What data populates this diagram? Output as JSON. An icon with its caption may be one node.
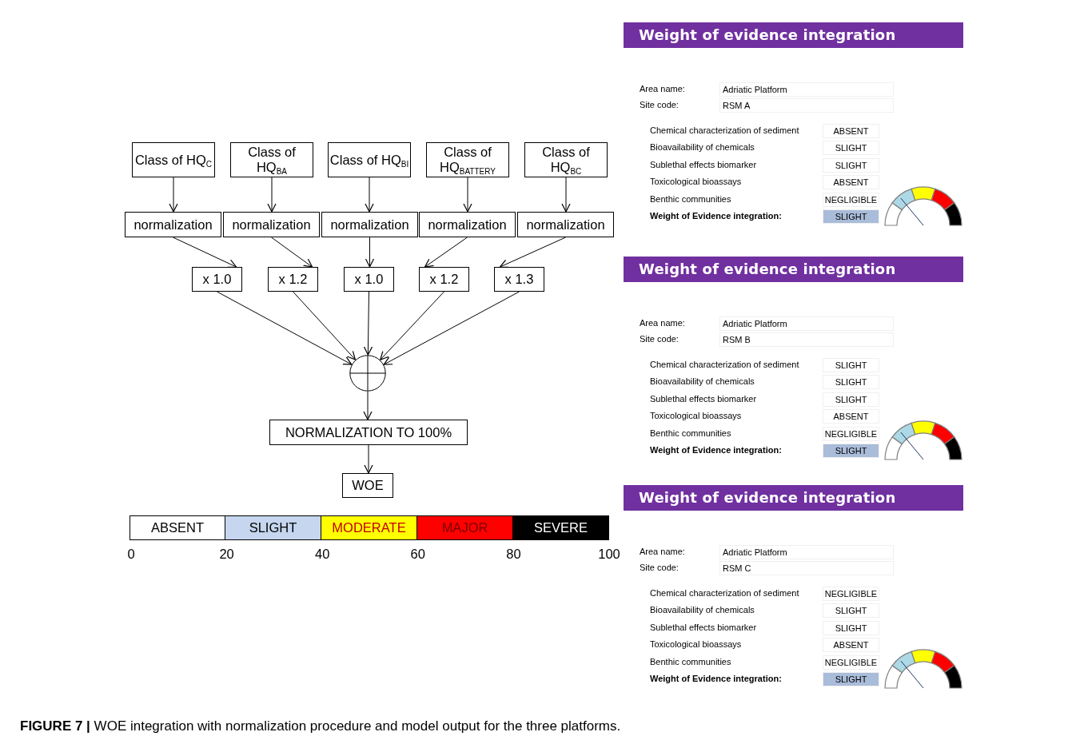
{
  "diagram": {
    "caption": "**FIGURE 7 |** WOE integration with normalization procedure and model output for the three platforms.",
    "nodes": [
      {
        "text": [
          "Class of HQ$_{C}$"
        ]
      },
      {
        "text": [
          "Class of HQ$_{BA}$"
        ]
      },
      {
        "text": [
          "Class of HQ$_{BI}$"
        ]
      },
      {
        "text": [
          "Class of HQ$_{BATTERY}$"
        ]
      },
      {
        "text": [
          "Class of HQ$_{BC}$"
        ]
      },
      {
        "text": [
          "normalization"
        ]
      },
      {
        "text": [
          "normalization"
        ]
      },
      {
        "text": [
          "normalization"
        ]
      },
      {
        "text": [
          "normalization"
        ]
      },
      {
        "text": [
          "normalization"
        ]
      },
      {
        "text": [
          "x 1.0"
        ]
      },
      {
        "text": [
          "x 1.2"
        ]
      },
      {
        "text": [
          "x 1.0"
        ]
      },
      {
        "text": [
          "x 1.2"
        ]
      },
      {
        "text": [
          "x 1.3"
        ]
      },
      {
        "text": [],
        "shape": "circle"
      },
      {
        "text": [
          "NORMALIZATION TO 100%"
        ]
      },
      {
        "text": [
          "WOE"
        ]
      },
      {
        "text": [
          "ABSENT"
        ]
      },
      {
        "text": [
          "SLIGHT"
        ]
      },
      {
        "text": [
          "MODERATE"
        ]
      },
      {
        "text": [
          "MAJOR"
        ]
      },
      {
        "text": [
          "SEVERE"
        ]
      },
      {
        "text": [
          "Weight of evidence integration"
        ]
      },
      {
        "text": [
          "Weight of evidence integration"
        ]
      },
      {
        "text": [
          "Weight of evidence integration"
        ]
      }
    ],
    "edges": [
      {
        "from": 0,
        "to": 5,
        "arrow": "to"
      },
      {
        "from": 1,
        "to": 6,
        "arrow": "to"
      },
      {
        "from": 2,
        "to": 7,
        "arrow": "to"
      },
      {
        "from": 3,
        "to": 8,
        "arrow": "to"
      },
      {
        "from": 4,
        "to": 9,
        "arrow": "to"
      },
      {
        "from": 5,
        "to": 10,
        "arrow": "to"
      },
      {
        "from": 6,
        "to": 11,
        "arrow": "to"
      },
      {
        "from": 7,
        "to": 12,
        "arrow": "to"
      },
      {
        "from": 8,
        "to": 13,
        "arrow": "to"
      },
      {
        "from": 9,
        "to": 14,
        "arrow": "to"
      },
      {
        "from": 10,
        "to": 15,
        "arrow": "to"
      },
      {
        "from": 11,
        "to": 15,
        "arrow": "to"
      },
      {
        "from": 12,
        "to": 15,
        "arrow": "to"
      },
      {
        "from": 13,
        "to": 15,
        "arrow": "to"
      },
      {
        "from": 14,
        "to": 15,
        "arrow": "to"
      },
      {
        "from": 15,
        "to": 16,
        "arrow": "to"
      },
      {
        "from": 16,
        "to": 17,
        "arrow": "to"
      }
    ],
    "labels": [
      "0",
      "20",
      "40",
      "60",
      "80",
      "100",
      "Area name:",
      "Adriatic Platform",
      "Site code:",
      "RSM A",
      "Chemical characterization of sediment",
      "ABSENT",
      "Bioavailability of chemicals",
      "SLIGHT",
      "Sublethal effects biomarker",
      "SLIGHT",
      "Toxicological bioassays",
      "ABSENT",
      "Benthic communities",
      "NEGLIGIBLE",
      "Weight of Evidence integration:",
      "SLIGHT",
      "Area name:",
      "Adriatic Platform",
      "Site code:",
      "RSM B",
      "Chemical characterization of sediment",
      "SLIGHT",
      "Bioavailability of chemicals",
      "SLIGHT",
      "Sublethal effects biomarker",
      "SLIGHT",
      "Toxicological bioassays",
      "ABSENT",
      "Benthic communities",
      "NEGLIGIBLE",
      "Weight of Evidence integration:",
      "SLIGHT",
      "Area name:",
      "Adriatic Platform",
      "Site code:",
      "RSM C",
      "Chemical characterization of sediment",
      "NEGLIGIBLE",
      "Bioavailability of chemicals",
      "SLIGHT",
      "Sublethal effects biomarker",
      "SLIGHT",
      "Toxicological bioassays",
      "ABSENT",
      "Benthic communities",
      "NEGLIGIBLE",
      "Weight of Evidence integration:",
      "SLIGHT"
    ]
  }
}
